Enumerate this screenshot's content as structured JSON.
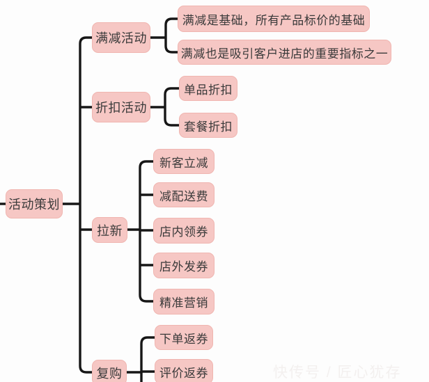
{
  "diagram": {
    "type": "mindmap",
    "root": {
      "label": "活动策划"
    },
    "branches": [
      {
        "label": "满减活动",
        "children": [
          {
            "label": "满减是基础，所有产品标价的基础"
          },
          {
            "label": "满减也是吸引客户进店的重要指标之一"
          }
        ]
      },
      {
        "label": "折扣活动",
        "children": [
          {
            "label": "单品折扣"
          },
          {
            "label": "套餐折扣"
          }
        ]
      },
      {
        "label": "拉新",
        "children": [
          {
            "label": "新客立减"
          },
          {
            "label": "减配送费"
          },
          {
            "label": "店内领券"
          },
          {
            "label": "店外发券"
          },
          {
            "label": "精准营销"
          }
        ]
      },
      {
        "label": "复购",
        "children": [
          {
            "label": "下单返券"
          },
          {
            "label": "评价返券"
          }
        ]
      }
    ],
    "colors": {
      "node_fill": "#f6c7c4",
      "node_border": "#f0b5b0",
      "node_text": "#3a3a3a",
      "connector": "#161616",
      "background": "#fdfdfd"
    },
    "watermark": "快传号 / 匠心犹存"
  }
}
